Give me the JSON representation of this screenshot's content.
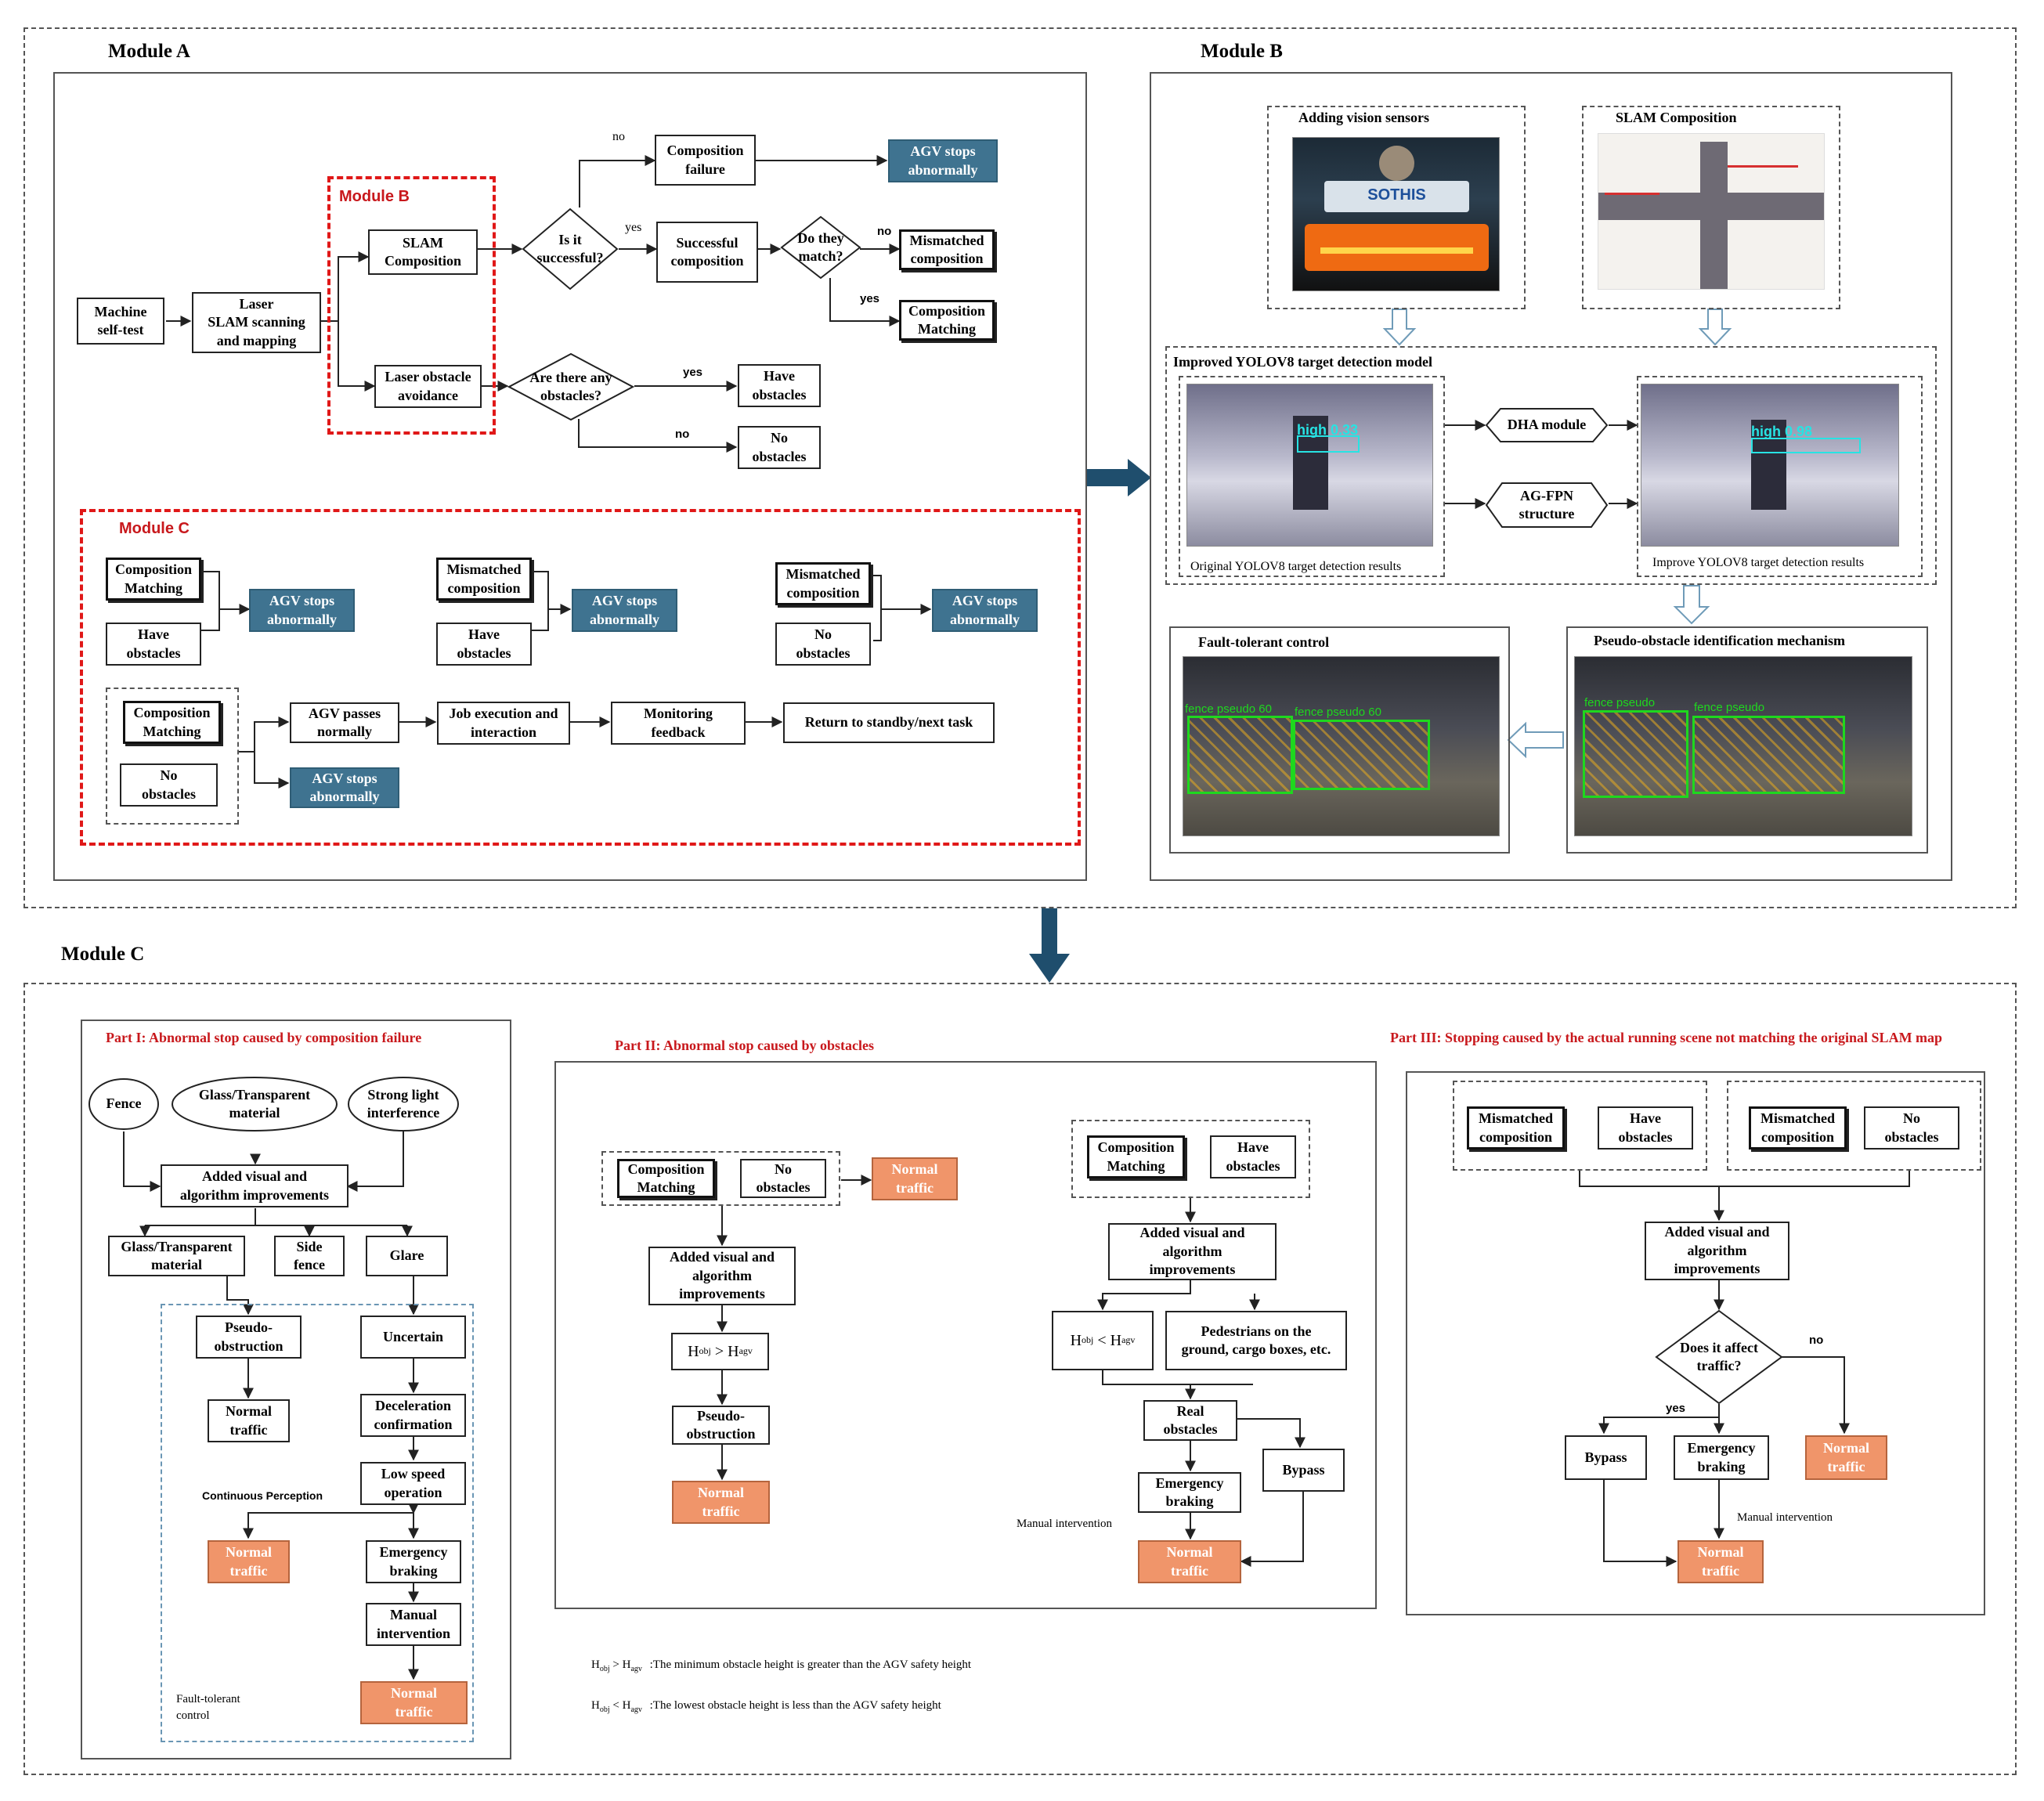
{
  "colors": {
    "stop_blue": "#3f7390",
    "normal_orange": "#f0956a",
    "module_red": "#e01818",
    "det_green": "#1ed81e",
    "det_cyan": "#27e3e3"
  },
  "module_a": {
    "title": "Module A",
    "nodes": {
      "self_test": "Machine\nself-test",
      "laser_slam": "Laser\nSLAM scanning\nand mapping",
      "slam_comp": "SLAM\nComposition",
      "laser_obstacle": "Laser obstacle\navoidance",
      "is_success": "Is it\nsuccessful?",
      "comp_failure": "Composition\nfailure",
      "agv_stops_1": "AGV stops\nabnormally",
      "successful_comp": "Successful\ncomposition",
      "do_match": "Do they\nmatch?",
      "mismatched": "Mismatched\ncomposition",
      "comp_matching": "Composition\nMatching",
      "any_obstacles": "Are there any\nobstacles?",
      "have_obstacles": "Have\nobstacles",
      "no_obstacles": "No\nobstacles"
    },
    "edge_labels": {
      "no1": "no",
      "yes1": "yes",
      "no2": "no",
      "yes2": "yes",
      "yes3": "yes",
      "no3": "no"
    },
    "module_b_label": "Module B",
    "module_c": {
      "label": "Module C",
      "g1": {
        "a": "Composition\nMatching",
        "b": "Have\nobstacles",
        "out": "AGV stops\nabnormally"
      },
      "g2": {
        "a": "Mismatched\ncomposition",
        "b": "Have\nobstacles",
        "out": "AGV stops\nabnormally"
      },
      "g3": {
        "a": "Mismatched\ncomposition",
        "b": "No\nobstacles",
        "out": "AGV stops\nabnormally"
      },
      "g4": {
        "a": "Composition\nMatching",
        "b": "No\nobstacles",
        "pass": "AGV passes\nnormally",
        "stop": "AGV stops\nabnormally",
        "job": "Job execution and\ninteraction",
        "monitor": "Monitoring\nfeedback",
        "ret": "Return to standby/next task"
      }
    }
  },
  "module_b": {
    "title": "Module B",
    "vision": "Adding vision sensors",
    "slam": "SLAM Composition",
    "yolo_title": "Improved YOLOV8 target detection model",
    "orig_caption": "Original YOLOV8 target detection results",
    "impr_caption": "Improve YOLOV8 target detection results",
    "dha": "DHA module",
    "agfpn": "AG-FPN\nstructure",
    "det_orig": "high 0.33",
    "det_impr": "high 0.98",
    "fault": "Fault-tolerant control",
    "pseudo": "Pseudo-obstacle identification mechanism",
    "fence_a1": "fence pseudo 60",
    "fence_a2": "fence pseudo 60",
    "fence_b1": "fence pseudo",
    "fence_b2": "fence pseudo",
    "sothis": "SOTHIS"
  },
  "module_c": {
    "title": "Module C",
    "part1": {
      "title": "Part I: Abnormal stop caused by composition failure",
      "fence": "Fence",
      "glass_oval": "Glass/Transparent\nmaterial",
      "strong_light": "Strong light\ninterference",
      "added": "Added visual and\nalgorithm improvements",
      "glass": "Glass/Transparent\nmaterial",
      "side_fence": "Side\nfence",
      "glare": "Glare",
      "pseudo": "Pseudo-\nobstruction",
      "uncertain": "Uncertain",
      "normal1": "Normal\ntraffic",
      "decel": "Deceleration\nconfirmation",
      "low_speed": "Low speed\noperation",
      "continuous": "Continuous Perception",
      "normal2": "Normal\ntraffic",
      "emergency": "Emergency\nbraking",
      "manual": "Manual\nintervention",
      "normal3": "Normal\ntraffic",
      "fault": "Fault-tolerant\ncontrol"
    },
    "part2": {
      "title": "Part II: Abnormal stop caused by obstacles",
      "cm": "Composition\nMatching",
      "no_obs": "No\nobstacles",
      "normal_top": "Normal\ntraffic",
      "added_l": "Added visual and\nalgorithm\nimprovements",
      "hobj_gt": "H",
      "pseudo": "Pseudo-\nobstruction",
      "normal_l": "Normal\ntraffic",
      "cm2": "Composition\nMatching",
      "have_obs": "Have\nobstacles",
      "added_r": "Added visual and\nalgorithm\nimprovements",
      "pedestrians": "Pedestrians on the\nground, cargo boxes, etc.",
      "real": "Real\nobstacles",
      "bypass": "Bypass",
      "emergency": "Emergency\nbraking",
      "manual": "Manual intervention",
      "normal_r": "Normal\ntraffic",
      "legend_gt": ":The minimum obstacle height is greater than the AGV safety height",
      "legend_lt": ":The lowest obstacle height is less than the AGV safety height",
      "sym_h": "H",
      "sub_obj": "obj",
      "sub_agv": "agv",
      "gt": " > ",
      "lt": " < "
    },
    "part3": {
      "title": "Part III: Stopping caused by the actual running scene not matching the original SLAM map",
      "mis1": "Mismatched\ncomposition",
      "have": "Have\nobstacles",
      "mis2": "Mismatched\ncomposition",
      "no": "No\nobstacles",
      "added": "Added visual and\nalgorithm\nimprovements",
      "affect": "Does it affect\ntraffic?",
      "no_lbl": "no",
      "yes_lbl": "yes",
      "bypass": "Bypass",
      "emergency": "Emergency\nbraking",
      "normal_r": "Normal\ntraffic",
      "manual": "Manual intervention",
      "normal_b": "Normal\ntraffic"
    }
  }
}
